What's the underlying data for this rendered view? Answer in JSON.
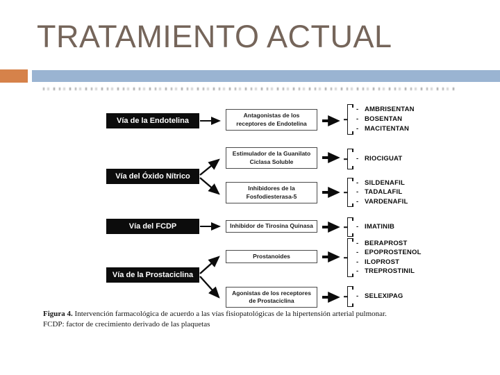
{
  "slide": {
    "title": "TRATAMIENTO ACTUAL",
    "colors": {
      "accent_orange": "#d6824a",
      "accent_blue": "#9ab4d2",
      "title_text": "#75655a"
    }
  },
  "ui": {
    "bullet": "-"
  },
  "figure": {
    "caption": {
      "label": "Figura 4.",
      "text": " Intervención farmacológica de acuerdo a las vías fisiopatológicas de la hipertensión arterial pulmonar.",
      "line2": "FCDP: factor de crecimiento derivado de las plaquetas"
    },
    "diagram": {
      "rows": [
        {
          "pathway": "Vía de la Endotelina",
          "mechanisms": [
            {
              "label": "Antagonistas de los receptores de Endotelina",
              "drugs": [
                "AMBRISENTAN",
                "BOSENTAN",
                "MACITENTAN"
              ]
            }
          ]
        },
        {
          "pathway": "Vía del Óxido Nítrico",
          "mechanisms": [
            {
              "label": "Estimulador de la Guanilato Ciclasa Soluble",
              "drugs": [
                "RIOCIGUAT"
              ]
            },
            {
              "label": "Inhibidores de la Fosfodiesterasa-5",
              "drugs": [
                "SILDENAFIL",
                "TADALAFIL",
                "VARDENAFIL"
              ]
            }
          ]
        },
        {
          "pathway": "Vía del FCDP",
          "mechanisms": [
            {
              "label": "Inhibidor de Tirosina Quinasa",
              "drugs": [
                "IMATINIB"
              ]
            }
          ]
        },
        {
          "pathway": "Vía de la Prostaciclina",
          "mechanisms": [
            {
              "label": "Prostanoides",
              "drugs": [
                "BERAPROST",
                "EPOPROSTENOL",
                "ILOPROST",
                "TREPROSTINIL"
              ]
            },
            {
              "label": "Agonistas de los receptores de Prostaciclina",
              "drugs": [
                "SELEXIPAG"
              ]
            }
          ]
        }
      ]
    }
  }
}
